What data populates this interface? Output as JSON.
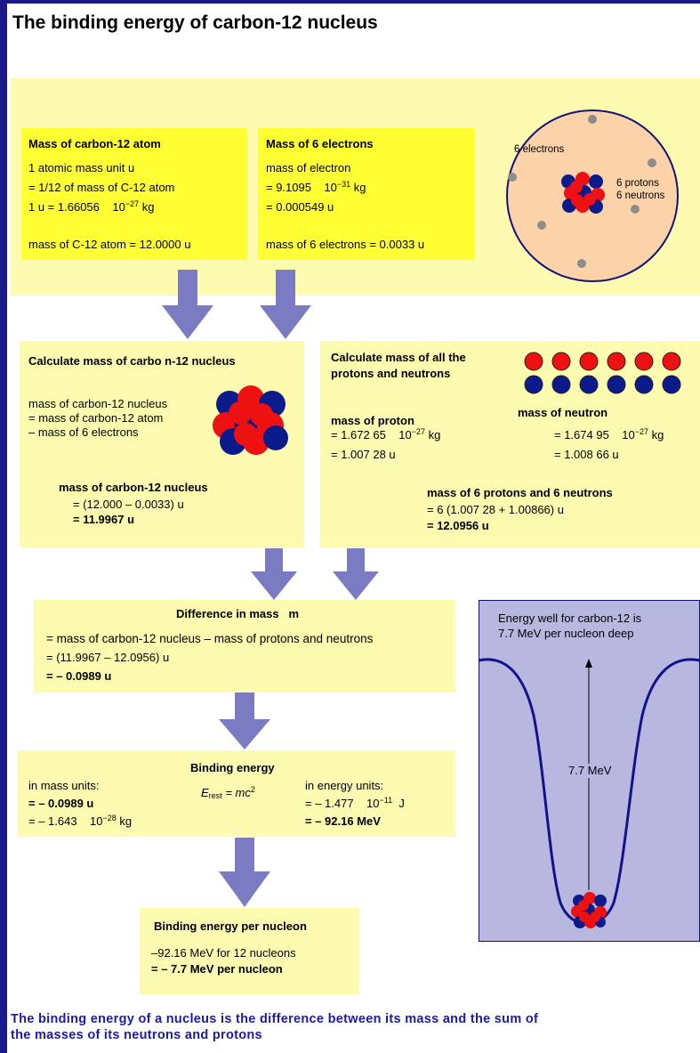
{
  "title": "The binding energy of carbon-12 nucleus",
  "atom_mass": {
    "heading": "Mass of carbon-12 atom",
    "line1": "1 atomic mass unit u",
    "line2": "= 1/12 of mass of C-12 atom",
    "line3_pre": "1 u = 1.66056",
    "line3_exp": "−27",
    "line3_unit": "kg",
    "line4": "mass of C-12 atom = 12.0000 u"
  },
  "electrons": {
    "heading": "Mass of 6 electrons",
    "line1": "mass of electron",
    "line2_pre": "= 9.1095",
    "line2_exp": "−31",
    "line2_unit": "kg",
    "line3": "= 0.000549 u",
    "line4": "mass of 6 electrons = 0.0033 u"
  },
  "atom_diagram": {
    "electrons_label": "6 electrons",
    "nucleus_label_1": "6 protons",
    "nucleus_label_2": "6 neutrons"
  },
  "nucleus_mass": {
    "heading": "Calculate mass of carbo n-12 nucleus",
    "line1": "mass of carbon-12 nucleus",
    "line2": "= mass of carbon-12 atom",
    "line3": "– mass of 6 electrons",
    "sub_heading": "mass of carbon-12 nucleus",
    "line4": "= (12.000 – 0.0033) u",
    "result": "= 11.9967 u"
  },
  "nucleons_mass": {
    "heading_1": "Calculate mass of all the",
    "heading_2": "protons and neutrons",
    "proton_heading": "mass of proton",
    "proton_line1_pre": "= 1.672 65",
    "proton_line1_exp": "−27",
    "proton_line1_unit": "kg",
    "proton_line2": "= 1.007 28  u",
    "neutron_heading": "mass of neutron",
    "neutron_line1_pre": "= 1.674 95",
    "neutron_line1_exp": "−27",
    "neutron_line1_unit": "kg",
    "neutron_line2": "= 1.008 66  u",
    "total_heading": "mass of 6 protons and 6 neutrons",
    "total_line": "= 6 (1.007 28 + 1.00866) u",
    "total_result": "= 12.0956 u"
  },
  "difference": {
    "heading": "Difference in mass   m",
    "line1": "= mass of carbon-12 nucleus – mass of protons and neutrons",
    "line2": "= (11.9967 – 12.0956) u",
    "result": "= – 0.0989 u"
  },
  "binding": {
    "heading": "Binding energy",
    "mass_units_label": "in mass units:",
    "mass_result": "= – 0.0989 u",
    "mass_kg_pre": "= – 1.643",
    "mass_kg_exp": "−28",
    "mass_kg_unit": "kg",
    "eq_e": "E",
    "eq_sub": "rest",
    "eq_rhs": "= mc",
    "eq_sup": "2",
    "energy_units_label": "in energy units:",
    "energy_j_pre": "= – 1.477",
    "energy_j_exp": "−11",
    "energy_j_unit": "J",
    "energy_result": "= – 92.16 MeV"
  },
  "per_nucleon": {
    "heading": "Binding energy per nucleon",
    "line1": "–92.16 MeV for 12 nucleons",
    "result": "= – 7.7 MeV per nucleon"
  },
  "energy_well": {
    "caption_1": "Energy well for carbon-12 is",
    "caption_2": "7.7 MeV per nucleon deep",
    "depth_label": "7.7 MeV"
  },
  "footer": {
    "line1": "The binding energy of a nucleus is the difference between its mass and the sum of",
    "line2": "the masses of its neutrons and protons"
  },
  "colors": {
    "frame": "#1a1a8c",
    "band": "#fdfbb0",
    "highlight_box": "#ffff33",
    "arrow": "#7b7bc4",
    "proton": "#ee1111",
    "neutron": "#0b1b8c",
    "atom_fill": "#fcd3a8",
    "well_panel": "#b7b7e0",
    "footer_text": "#1a1ab0"
  }
}
